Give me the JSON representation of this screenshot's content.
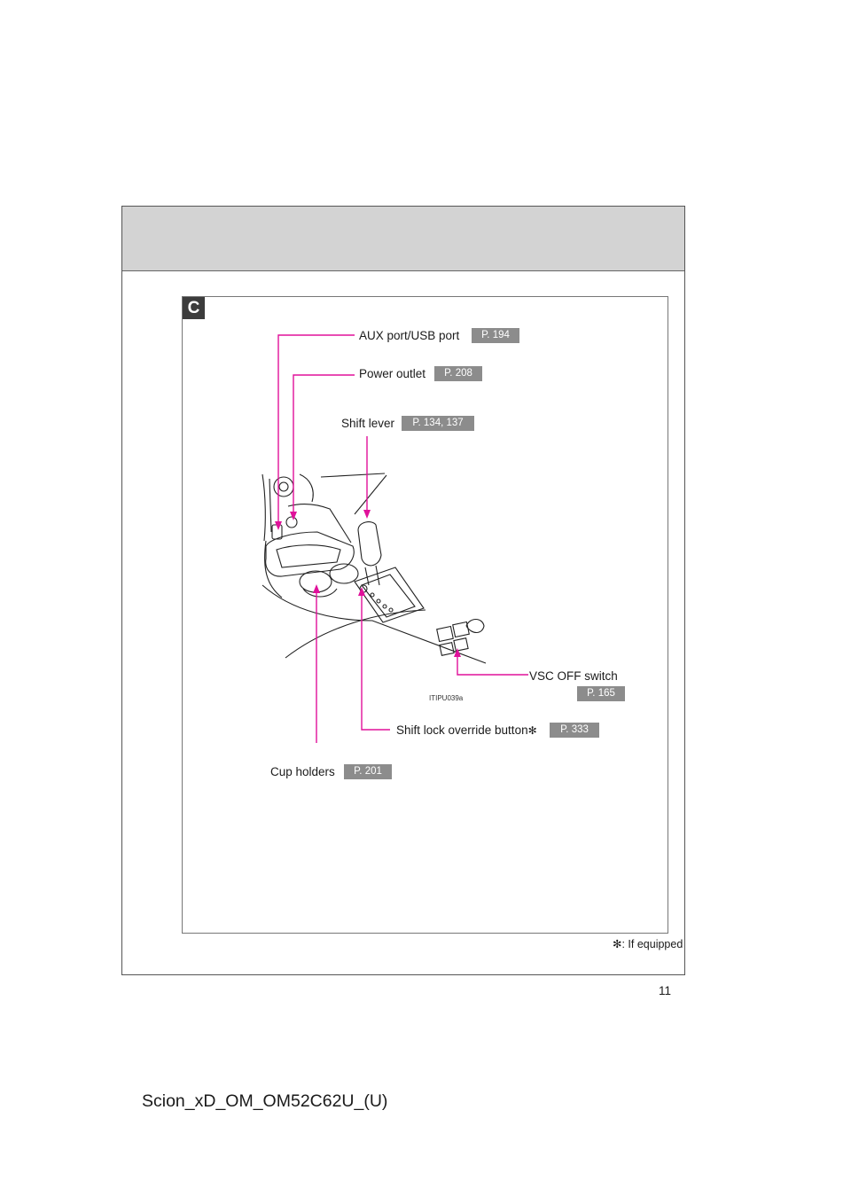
{
  "section": {
    "letter": "C"
  },
  "callouts": [
    {
      "label": "AUX port/USB port",
      "ref": "P. 194"
    },
    {
      "label": "Power outlet",
      "ref": "P. 208"
    },
    {
      "label": "Shift lever",
      "ref": "P. 134, 137"
    },
    {
      "label": "VSC OFF switch",
      "ref": "P. 165"
    },
    {
      "label": "Shift lock override button",
      "ref": "P. 333",
      "asterisk": "✻"
    },
    {
      "label": "Cup holders",
      "ref": "P. 201"
    }
  ],
  "figure_id": "ITIPU039a",
  "footnote": {
    "symbol": "✻",
    "text": ": If equipped"
  },
  "page_number": "11",
  "doc_code": "Scion_xD_OM_OM52C62U_(U)",
  "colors": {
    "callout_line": "#e0119a",
    "ref_badge": "#8c8c8c",
    "header_band": "#d3d3d3"
  }
}
